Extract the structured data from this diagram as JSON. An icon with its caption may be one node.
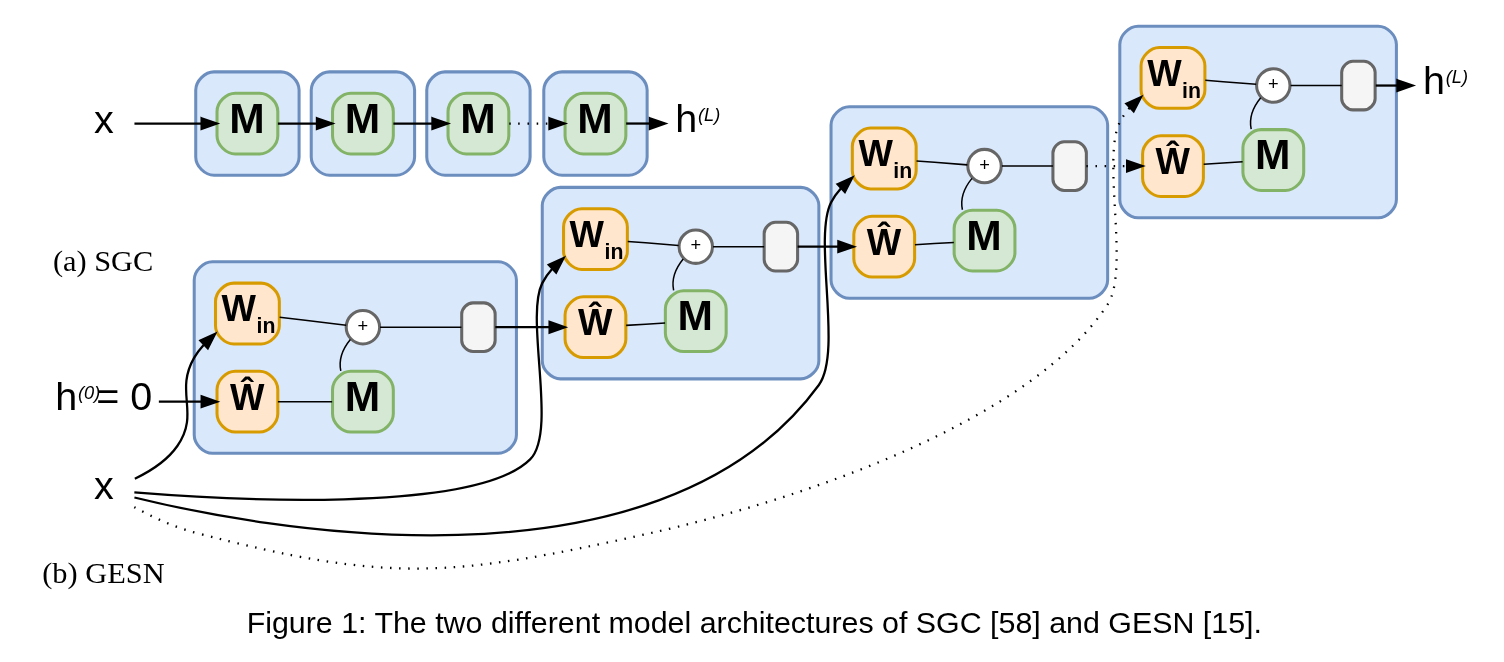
{
  "diagram": {
    "caption": "Figure 1: The two different model architectures of SGC [58] and GESN [15].",
    "nodes": [
      {
        "text": [
          "x"
        ]
      },
      {
        "text": [],
        "shape": "box"
      },
      {
        "text": [
          "M"
        ],
        "in": 1
      },
      {
        "text": [],
        "shape": "box"
      },
      {
        "text": [
          "M"
        ],
        "in": 3
      },
      {
        "text": [],
        "shape": "box"
      },
      {
        "text": [
          "M"
        ],
        "in": 5
      },
      {
        "text": [],
        "shape": "box"
      },
      {
        "text": [
          "M"
        ],
        "in": 7
      },
      {
        "text": [
          "h$^{(L)}$"
        ]
      },
      {
        "text": [
          "h$^{(0)}$= 0"
        ]
      },
      {
        "text": [
          "x"
        ]
      },
      {
        "text": [],
        "shape": "box"
      },
      {
        "text": [
          "Ŵ"
        ],
        "in": 12
      },
      {
        "text": [
          "M"
        ],
        "in": 12
      },
      {
        "text": [
          "W$_{in}$"
        ],
        "in": 12
      },
      {
        "text": [
          "+"
        ],
        "in": 12
      },
      {
        "text": [],
        "shape": "box",
        "in": 12
      },
      {
        "text": [],
        "shape": "box"
      },
      {
        "text": [
          "Ŵ"
        ],
        "in": 18
      },
      {
        "text": [
          "M"
        ],
        "in": 18
      },
      {
        "text": [
          "W$_{in}$"
        ],
        "in": 18
      },
      {
        "text": [
          "+"
        ],
        "in": 18
      },
      {
        "text": [],
        "shape": "box",
        "in": 18
      },
      {
        "text": [],
        "shape": "box"
      },
      {
        "text": [
          "Ŵ"
        ],
        "in": 24
      },
      {
        "text": [
          "M"
        ],
        "in": 24
      },
      {
        "text": [
          "W$_{in}$"
        ],
        "in": 24
      },
      {
        "text": [
          "+"
        ],
        "in": 24
      },
      {
        "text": [],
        "shape": "box",
        "in": 24
      },
      {
        "text": [],
        "shape": "box"
      },
      {
        "text": [
          "Ŵ"
        ],
        "in": 30
      },
      {
        "text": [
          "M"
        ],
        "in": 30
      },
      {
        "text": [
          "W$_{in}$"
        ],
        "in": 30
      },
      {
        "text": [
          "+"
        ],
        "in": 30
      },
      {
        "text": [],
        "shape": "box",
        "in": 30
      },
      {
        "text": [
          "h$^{(L)}$"
        ]
      }
    ],
    "edges": [
      {
        "from": 0,
        "to": 2,
        "arrow": "to"
      },
      {
        "from": 2,
        "to": 4,
        "arrow": "to"
      },
      {
        "from": 4,
        "to": 6,
        "arrow": "to"
      },
      {
        "from": 6,
        "to": 8,
        "arrow": "to",
        "style": "dashed"
      },
      {
        "from": 8,
        "to": 9,
        "arrow": "to"
      },
      {
        "from": 10,
        "to": 13,
        "arrow": "to"
      },
      {
        "from": 11,
        "to": 15,
        "arrow": "to"
      },
      {
        "from": 13,
        "to": 14,
        "arrow": "none"
      },
      {
        "from": 14,
        "to": 16,
        "arrow": "none"
      },
      {
        "from": 15,
        "to": 16,
        "arrow": "none"
      },
      {
        "from": 16,
        "to": 17,
        "arrow": "none"
      },
      {
        "from": 17,
        "to": 19,
        "arrow": "to"
      },
      {
        "from": 11,
        "to": 21,
        "arrow": "to"
      },
      {
        "from": 19,
        "to": 20,
        "arrow": "none"
      },
      {
        "from": 20,
        "to": 22,
        "arrow": "none"
      },
      {
        "from": 21,
        "to": 22,
        "arrow": "none"
      },
      {
        "from": 22,
        "to": 23,
        "arrow": "none"
      },
      {
        "from": 23,
        "to": 25,
        "arrow": "to"
      },
      {
        "from": 11,
        "to": 27,
        "arrow": "to"
      },
      {
        "from": 25,
        "to": 26,
        "arrow": "none"
      },
      {
        "from": 26,
        "to": 28,
        "arrow": "none"
      },
      {
        "from": 27,
        "to": 28,
        "arrow": "none"
      },
      {
        "from": 28,
        "to": 29,
        "arrow": "none"
      },
      {
        "from": 29,
        "to": 31,
        "arrow": "to",
        "style": "dashed"
      },
      {
        "from": 11,
        "to": 33,
        "arrow": "to",
        "style": "dashed"
      },
      {
        "from": 31,
        "to": 32,
        "arrow": "none"
      },
      {
        "from": 32,
        "to": 34,
        "arrow": "none"
      },
      {
        "from": 33,
        "to": 34,
        "arrow": "none"
      },
      {
        "from": 34,
        "to": 35,
        "arrow": "none"
      },
      {
        "from": 35,
        "to": 36,
        "arrow": "to"
      }
    ],
    "labels": [
      "(a) SGC",
      "(b) GESN"
    ]
  }
}
